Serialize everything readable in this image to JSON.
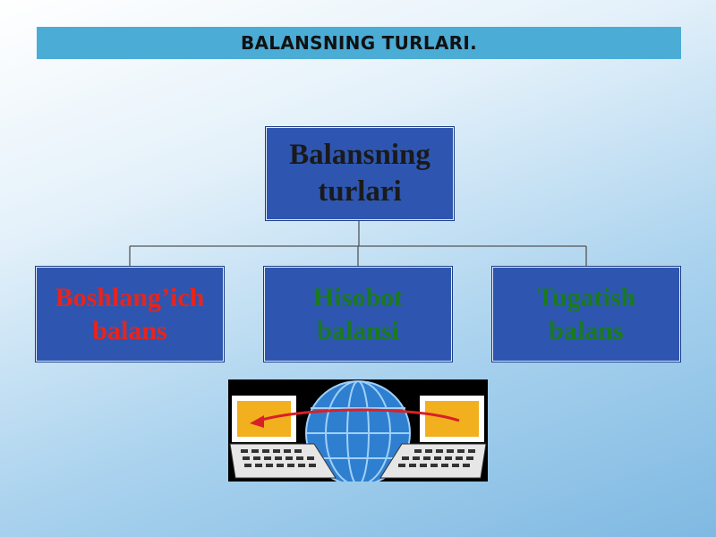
{
  "slide": {
    "title": "BALANSNING TURLARI."
  },
  "diagram": {
    "root": {
      "line1": "Balansning",
      "line2": "turlari"
    },
    "children": [
      {
        "line1": "Boshlang’ich",
        "line2": "balans",
        "color": "#e8241b"
      },
      {
        "line1": "Hisobot",
        "line2": "balansi",
        "color": "#1a7a1f"
      },
      {
        "line1": "Tugatish",
        "line2": "balans",
        "color": "#1a7a1f"
      }
    ],
    "box_color": "#2e56b0",
    "connector_color": "#555555"
  },
  "clipart": {
    "icon": "network-computers-icon",
    "colors": {
      "frame": "#000000",
      "globe": "#3a86d4",
      "screen": "#f2b01e",
      "arrow": "#d8202a"
    }
  }
}
